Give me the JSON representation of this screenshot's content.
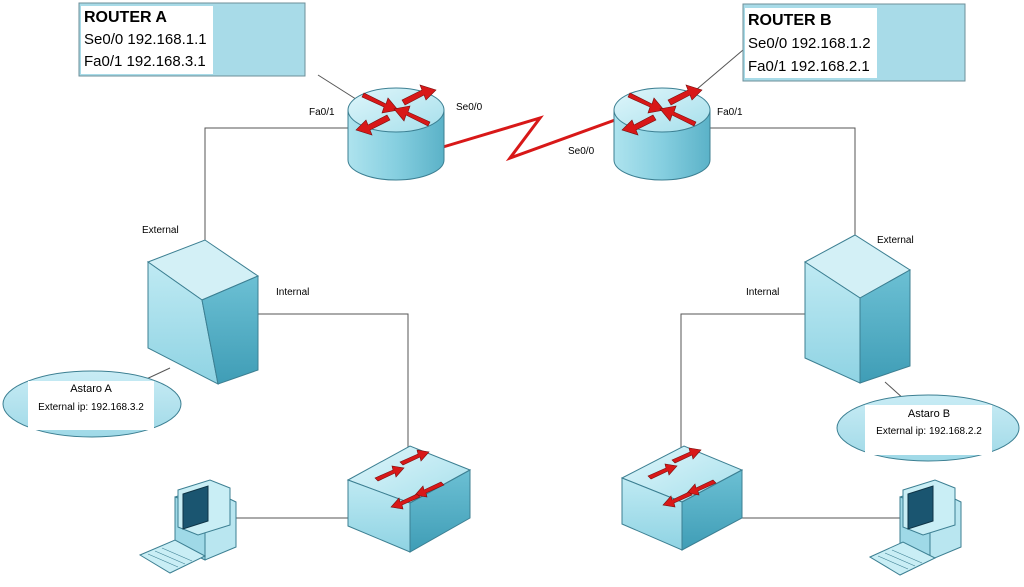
{
  "router_a": {
    "title": "ROUTER A",
    "line1": "Se0/0 192.168.1.1",
    "line2": "Fa0/1 192.168.3.1",
    "port_left": "Fa0/1",
    "port_serial": "Se0/0"
  },
  "router_b": {
    "title": "ROUTER B",
    "line1": "Se0/0 192.168.1.2",
    "line2": "Fa0/1 192.168.2.1",
    "port_right": "Fa0/1",
    "port_serial": "Se0/0"
  },
  "astaro_a": {
    "name": "Astaro A",
    "ip": "External ip: 192.168.3.2",
    "external_label": "External",
    "internal_label": "Internal"
  },
  "astaro_b": {
    "name": "Astaro B",
    "ip": "External ip: 192.168.2.2",
    "external_label": "External",
    "internal_label": "Internal"
  },
  "colors": {
    "device_face": "#9fdbe8",
    "device_side": "#5bb6cc",
    "device_top": "#c9eef5",
    "arrow_red": "#d81818",
    "serial_link": "#d81818",
    "link": "#555555",
    "label_fill": "#b5e4f0"
  },
  "icons": [
    "router-icon",
    "switch-icon",
    "firewall-icon",
    "pc-icon"
  ]
}
